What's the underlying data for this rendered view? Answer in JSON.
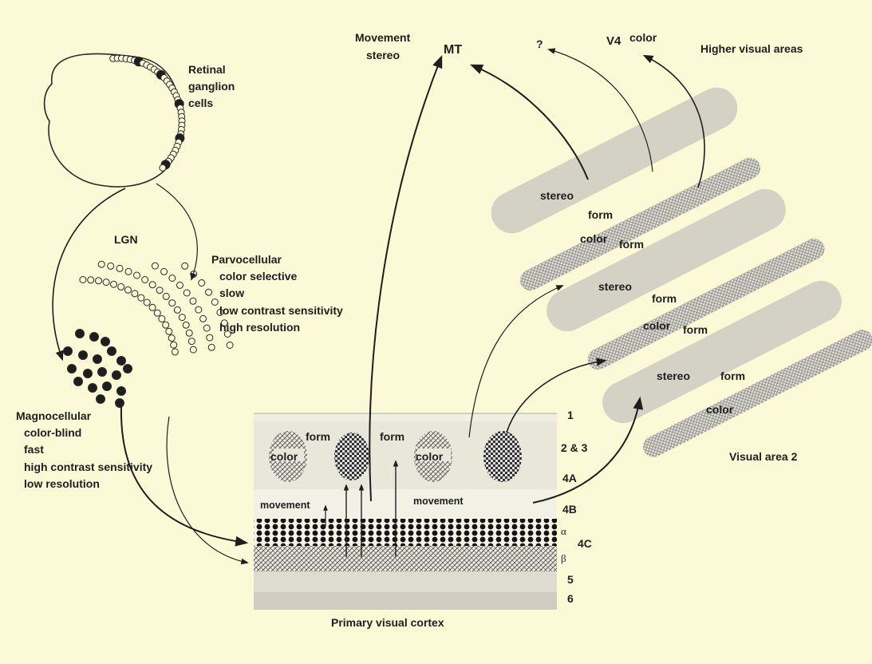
{
  "retina": {
    "l1": "Retinal",
    "l2": "ganglion",
    "l3": "cells"
  },
  "lgn": {
    "title": "LGN"
  },
  "parvo": {
    "title": "Parvocellular",
    "p1": "color selective",
    "p2": "slow",
    "p3": "low contrast sensitivity",
    "p4": "high resolution"
  },
  "magno": {
    "title": "Magnocellular",
    "p1": "color-blind",
    "p2": "fast",
    "p3": "high contrast sensitivity",
    "p4": "low resolution"
  },
  "mt": {
    "title": "MT",
    "movement": "Movement",
    "stereo": "stereo"
  },
  "higher": {
    "q": "?",
    "v4": "V4",
    "v4color": "color",
    "title": "Higher visual areas"
  },
  "v1": {
    "title": "Primary visual cortex",
    "layers": {
      "l1": "1",
      "l23": "2 & 3",
      "l4a": "4A",
      "l4b": "4B",
      "l4c": "4C",
      "alpha": "α",
      "beta": "β",
      "l5": "5",
      "l6": "6"
    },
    "blob1": "color",
    "blob2": "color",
    "form1": "form",
    "form2": "form",
    "move1": "movement",
    "move2": "movement"
  },
  "v2": {
    "title": "Visual area 2",
    "stereo1": "stereo",
    "form1": "form",
    "color1": "color",
    "form1b": "form",
    "stereo2": "stereo",
    "form2": "form",
    "color2": "color",
    "form2b": "form",
    "stereo3": "stereo",
    "form3": "form",
    "color3": "color"
  },
  "colors": {
    "background": "#fbf9d6",
    "ink": "#1e1e1e",
    "stripe": "#d2d1c3",
    "band": "#c8c8c2"
  }
}
